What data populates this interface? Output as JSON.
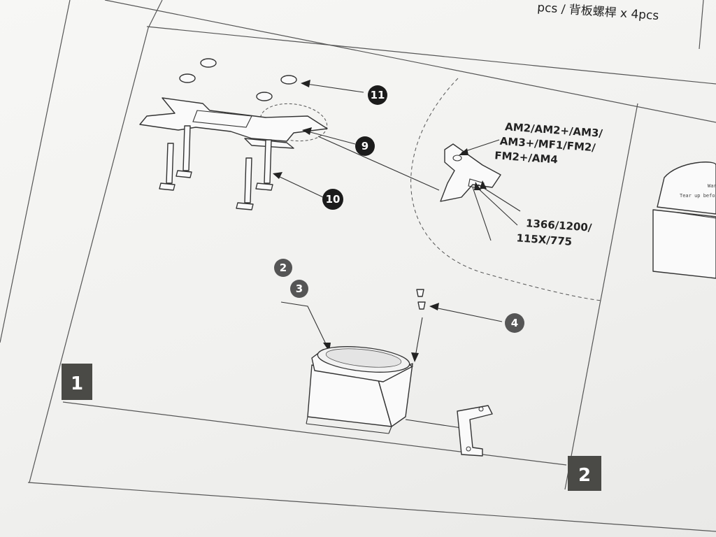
{
  "header": {
    "text": "pcs / 背板螺桿 x 4pcs"
  },
  "callouts": {
    "c11": "11",
    "c9": "9",
    "c10": "10",
    "c2": "2",
    "c3": "3",
    "c4": "4"
  },
  "socket_labels": {
    "amd_line1": "AM2/AM2+/AM3/",
    "amd_line2": "AM3+/MF1/FM2/",
    "amd_line3": "FM2+/AM4",
    "intel_line1": "1366/1200/",
    "intel_line2": "115X/775"
  },
  "steps": {
    "step1": "1",
    "step2": "2"
  },
  "pump_fragment": {
    "line1": "Warl",
    "line2": "Tear up before"
  },
  "colors": {
    "callout_fill": "#1b1b1b",
    "step_fill": "#4a4a46",
    "line": "#333333"
  }
}
